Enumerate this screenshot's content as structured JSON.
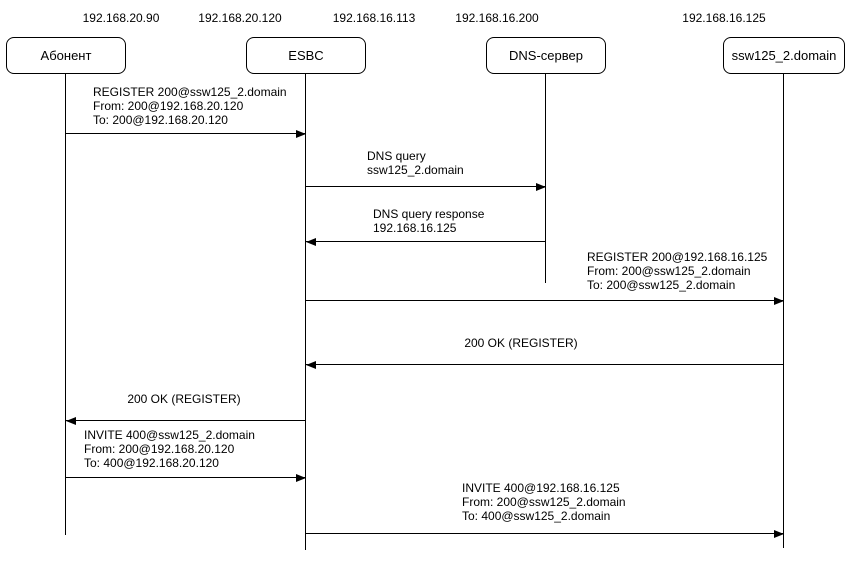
{
  "diagram": {
    "type": "sequence",
    "colors": {
      "background": "#ffffff",
      "line": "#000000",
      "text": "#000000"
    },
    "ip_labels": [
      "192.168.20.90",
      "192.168.20.120",
      "192.168.16.113",
      "192.168.16.200",
      "192.168.16.125"
    ],
    "actors": [
      {
        "name": "Абонент"
      },
      {
        "name": "ESBC"
      },
      {
        "name": "DNS-сервер"
      },
      {
        "name": "ssw125_2.domain"
      }
    ],
    "messages": [
      {
        "from": "Абонент",
        "to": "ESBC",
        "direction": "right",
        "lines": [
          "REGISTER 200@ssw125_2.domain",
          "From: 200@192.168.20.120",
          "To: 200@192.168.20.120"
        ]
      },
      {
        "from": "ESBC",
        "to": "DNS-сервер",
        "direction": "right",
        "lines": [
          "DNS query",
          "ssw125_2.domain"
        ]
      },
      {
        "from": "DNS-сервер",
        "to": "ESBC",
        "direction": "left",
        "lines": [
          "DNS query response",
          "192.168.16.125"
        ]
      },
      {
        "from": "ESBC",
        "to": "ssw125_2.domain",
        "direction": "right",
        "lines": [
          "REGISTER 200@192.168.16.125",
          "From: 200@ssw125_2.domain",
          "To: 200@ssw125_2.domain"
        ]
      },
      {
        "from": "ssw125_2.domain",
        "to": "ESBC",
        "direction": "left",
        "lines": [
          "200 OK (REGISTER)"
        ]
      },
      {
        "from": "ESBC",
        "to": "Абонент",
        "direction": "left",
        "lines": [
          "200 OK (REGISTER)"
        ]
      },
      {
        "from": "Абонент",
        "to": "ESBC",
        "direction": "right",
        "lines": [
          "INVITE 400@ssw125_2.domain",
          "From: 200@192.168.20.120",
          "To: 400@192.168.20.120"
        ]
      },
      {
        "from": "ESBC",
        "to": "ssw125_2.domain",
        "direction": "right",
        "lines": [
          "INVITE 400@192.168.16.125",
          "From: 200@ssw125_2.domain",
          "To: 400@ssw125_2.domain"
        ]
      }
    ]
  }
}
